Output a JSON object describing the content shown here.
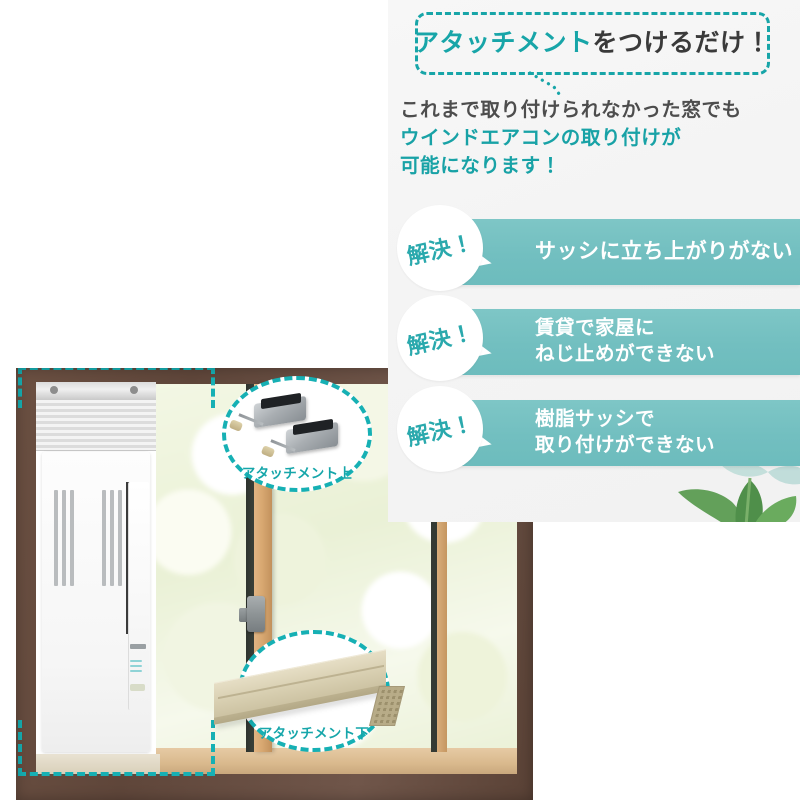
{
  "header": {
    "bubble_highlight": "アタッチメント",
    "bubble_rest": "をつけるだけ！",
    "bubble_full": "アタッチメントをつけるだけ！"
  },
  "lead": {
    "line1": "これまで取り付けられなかった窓でも",
    "line2": "ウインドエアコンの取り付けが",
    "line3": "可能になります！"
  },
  "solutions": {
    "badge_label": "解決！",
    "items": [
      {
        "line1": "サッシに立ち上がりがない",
        "line2": ""
      },
      {
        "line1": "賃貸で家屋に",
        "line2": "ねじ止めができない"
      },
      {
        "line1": "樹脂サッシで",
        "line2": "取り付けができない"
      }
    ]
  },
  "photo": {
    "callout_top_caption": "アタッチメント上",
    "callout_bottom_caption": "アタッチメント下"
  },
  "colors": {
    "teal_accent": "#17a5a8",
    "banner_teal": "#72bfc0",
    "badge_text": "#2aa9ad",
    "dark_text": "#3a3a3a",
    "dashed_outline": "#16b0b4",
    "panel_bg": "#f4f4f4"
  }
}
